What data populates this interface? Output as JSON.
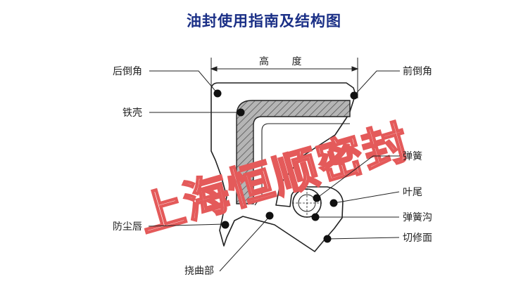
{
  "title": "油封使用指南及结构图",
  "dimension": {
    "height_label": "高 度"
  },
  "labels": {
    "rear_chamfer": "后倒角",
    "iron_shell": "铁壳",
    "dust_lip": "防尘唇",
    "flex_part": "挠曲部",
    "front_chamfer": "前倒角",
    "spring": "弹簧",
    "blade_tail": "叶尾",
    "spring_groove": "弹簧沟",
    "cut_face": "切修面"
  },
  "watermark": "上海恒顺密封",
  "colors": {
    "title": "#1a2f86",
    "watermark": "#e45a5a",
    "line": "#222222",
    "shell_fill": "#9a9a9a"
  }
}
